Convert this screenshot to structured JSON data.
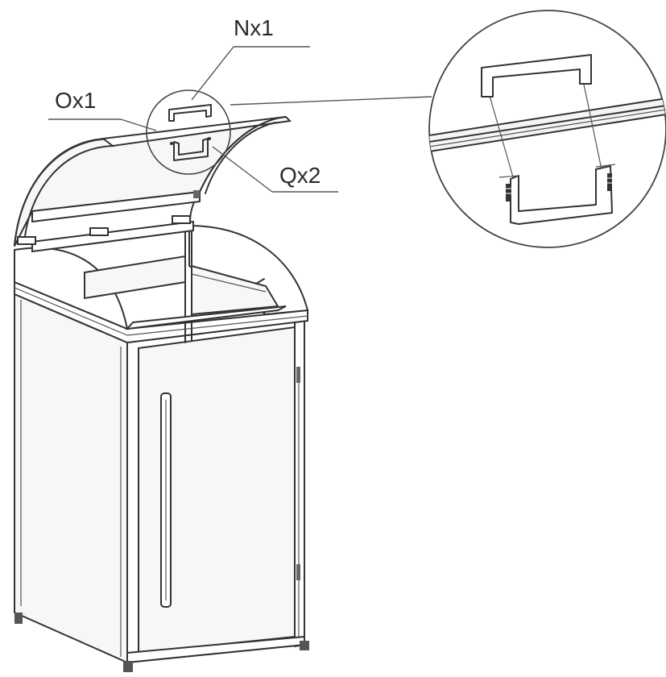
{
  "labels": {
    "n": "Nx1",
    "o": "Ox1",
    "q": "Qx2"
  },
  "colors": {
    "line": "#333333",
    "background": "#ffffff"
  }
}
